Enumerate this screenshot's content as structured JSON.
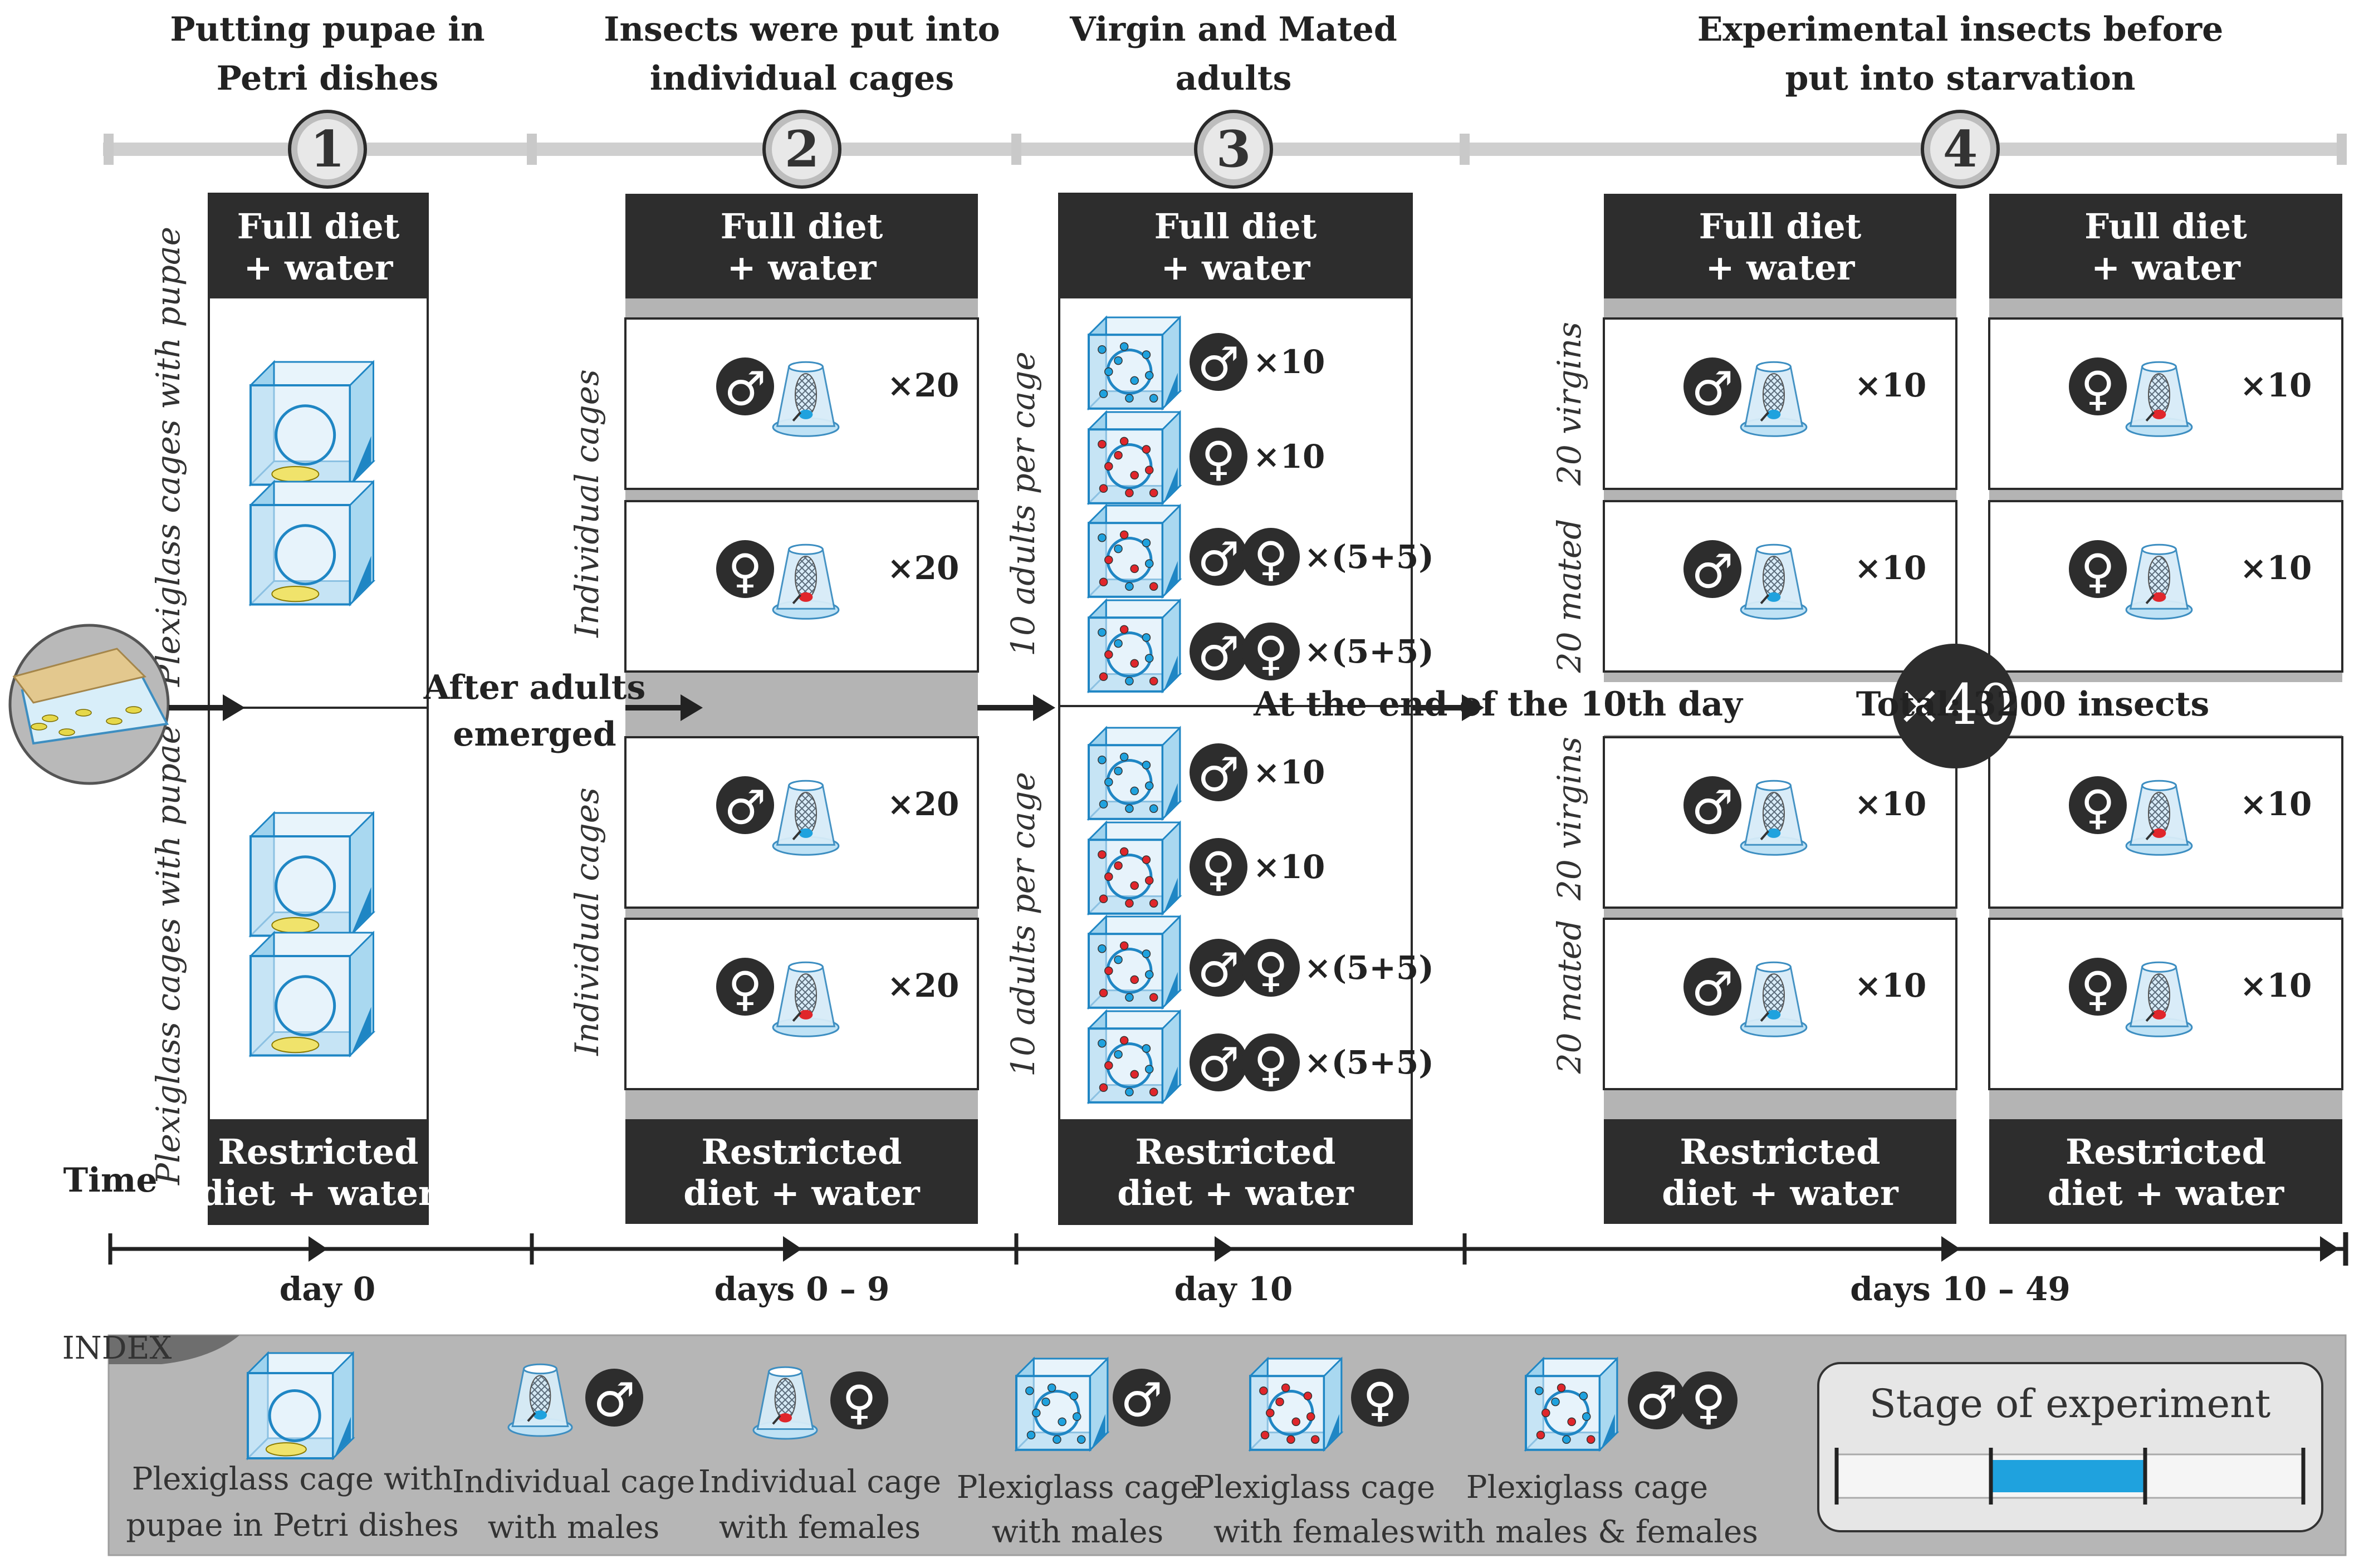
{
  "stages": [
    {
      "num": "1",
      "title_lines": [
        "Putting pupae in",
        "Petri dishes"
      ],
      "day": "day 0"
    },
    {
      "num": "2",
      "title_lines": [
        "Insects were put into",
        "individual cages"
      ],
      "day": "days 0 – 9"
    },
    {
      "num": "3",
      "title_lines": [
        "Virgin and Mated",
        "adults"
      ],
      "day": "day 10"
    },
    {
      "num": "4",
      "title_lines": [
        "Experimental insects before",
        "put into starvation"
      ],
      "day": "days 10 – 49"
    }
  ],
  "diet_top": [
    "Full diet",
    "+ water"
  ],
  "diet_bottom": [
    "Restricted",
    "diet + water"
  ],
  "time_label": "Time",
  "stage1_side": "Plexiglass cages with pupae",
  "after_adults": [
    "After adults",
    "emerged"
  ],
  "individual_cages": "Individual cages",
  "adults_per_cage": "10 adults per cage",
  "stage2_counts": [
    "×20",
    "×20",
    "×20",
    "×20"
  ],
  "stage3_counts": [
    "×10",
    "×10",
    "×(5+5)",
    "×(5+5)",
    "×10",
    "×10",
    "×(5+5)",
    "×(5+5)"
  ],
  "stage4_labels": [
    "20 virgins",
    "20 mated",
    "20 virgins",
    "20 mated"
  ],
  "stage4_counts": [
    "×10",
    "×10",
    "×10",
    "×10"
  ],
  "end_day": "At the end of the 10th day",
  "multiplier": "×40",
  "total": "Total: 3200 insects",
  "male_symbol": "♂",
  "female_symbol": "♀",
  "index": {
    "tag": "INDEX",
    "items": [
      [
        "Plexiglass cage with",
        "pupae in Petri dishes"
      ],
      [
        "Individual cage",
        "with males"
      ],
      [
        "Individual cage",
        "with females"
      ],
      [
        "Plexiglass cage",
        "with males"
      ],
      [
        "Plexiglass cage",
        "with females"
      ],
      [
        "Plexiglass cage",
        "with males & females"
      ]
    ],
    "legend_title": "Stage of experiment"
  },
  "colors": {
    "dark": "#2d2d2d",
    "blue": "#1fa2de",
    "red": "#e0262b",
    "grey": "#b5b5b5",
    "cage": "#9fd3ee"
  }
}
